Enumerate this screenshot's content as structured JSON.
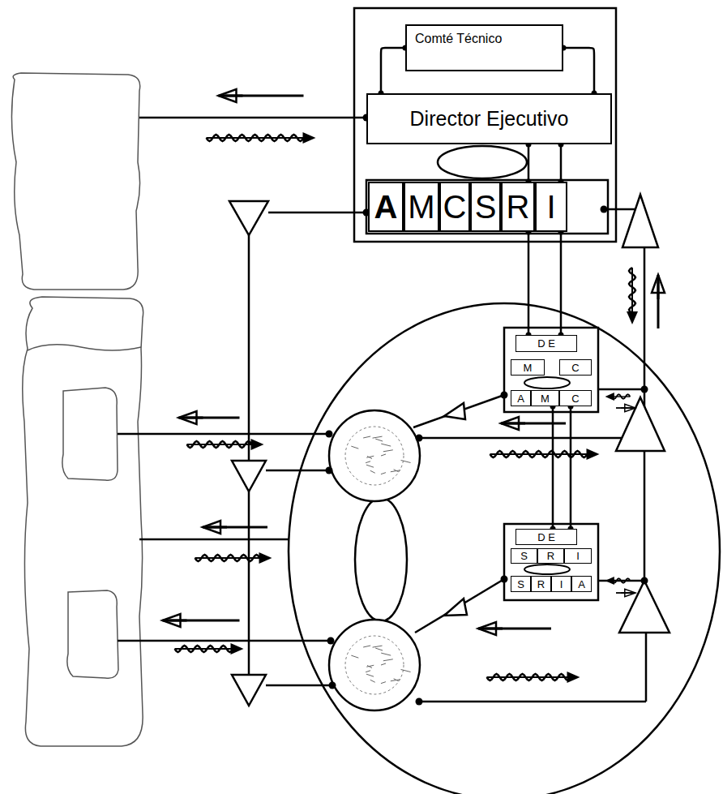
{
  "diagram": {
    "nodes": [
      {
        "text": [
          "Comté Técnico"
        ]
      },
      {
        "text": [
          "Director Ejecutivo"
        ]
      },
      {
        "text": [
          "A"
        ]
      },
      {
        "text": [
          "M"
        ]
      },
      {
        "text": [
          "C"
        ]
      },
      {
        "text": [
          "S"
        ]
      },
      {
        "text": [
          "R"
        ]
      },
      {
        "text": [
          "I"
        ]
      },
      {
        "text": [
          "D E"
        ]
      },
      {
        "text": [
          "M"
        ]
      },
      {
        "text": [
          "C"
        ]
      },
      {
        "text": [
          "A"
        ]
      },
      {
        "text": [
          "M"
        ]
      },
      {
        "text": [
          "C"
        ]
      },
      {
        "text": [
          "D E"
        ]
      },
      {
        "text": [
          "S"
        ]
      },
      {
        "text": [
          "R"
        ]
      },
      {
        "text": [
          "I"
        ]
      },
      {
        "text": [
          "S"
        ]
      },
      {
        "text": [
          "R"
        ]
      },
      {
        "text": [
          "I"
        ]
      },
      {
        "text": [
          "A"
        ]
      }
    ],
    "edges": [
      {
        "from": 0,
        "to": 1,
        "arrow": "none"
      },
      {
        "from": 0,
        "to": 1,
        "arrow": "none"
      },
      {
        "from": 1,
        "to": 6,
        "arrow": "none"
      },
      {
        "from": 1,
        "to": 7,
        "arrow": "none"
      },
      {
        "from": 6,
        "to": 8,
        "arrow": "none"
      },
      {
        "from": 7,
        "to": 8,
        "arrow": "none"
      },
      {
        "from": 12,
        "to": 14,
        "arrow": "none"
      },
      {
        "from": 13,
        "to": 14,
        "arrow": "none"
      }
    ]
  }
}
